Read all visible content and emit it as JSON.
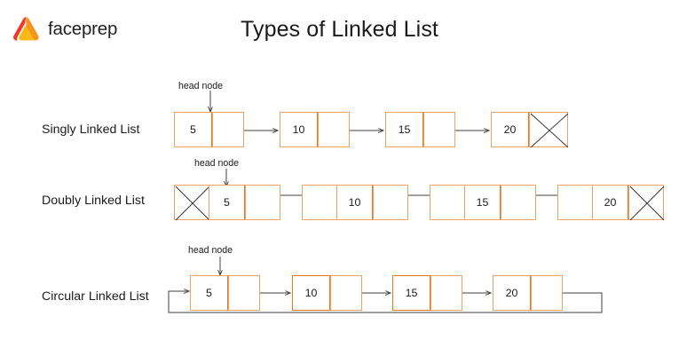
{
  "brand": {
    "name": "faceprep",
    "logo_icon": "faceprep-triangle-logo",
    "colors": {
      "red": "#f0392b",
      "orange": "#f7941e",
      "yellow": "#fdb913"
    }
  },
  "title": "Types of Linked List",
  "theme": {
    "node_border": "#eda264",
    "node_divider": "#e8761a",
    "arrow": "#404040",
    "text": "#1a1a1a",
    "background": "#ffffff"
  },
  "head_pointer_label": "head node",
  "rows": [
    {
      "label": "Singly Linked List",
      "type": "singly",
      "nodes": [
        {
          "value": "5",
          "next_null": false
        },
        {
          "value": "10",
          "next_null": false
        },
        {
          "value": "15",
          "next_null": false
        },
        {
          "value": "20",
          "next_null": true
        }
      ]
    },
    {
      "label": "Doubly Linked List",
      "type": "doubly",
      "nodes": [
        {
          "value": "5",
          "prev_null": true,
          "next_null": false
        },
        {
          "value": "10",
          "prev_null": false,
          "next_null": false
        },
        {
          "value": "15",
          "prev_null": false,
          "next_null": false
        },
        {
          "value": "20",
          "prev_null": false,
          "next_null": true
        }
      ]
    },
    {
      "label": "Circular Linked List",
      "type": "circular",
      "nodes": [
        {
          "value": "5",
          "next_null": false
        },
        {
          "value": "10",
          "next_null": false
        },
        {
          "value": "15",
          "next_null": false
        },
        {
          "value": "20",
          "next_null": false
        }
      ]
    }
  ]
}
